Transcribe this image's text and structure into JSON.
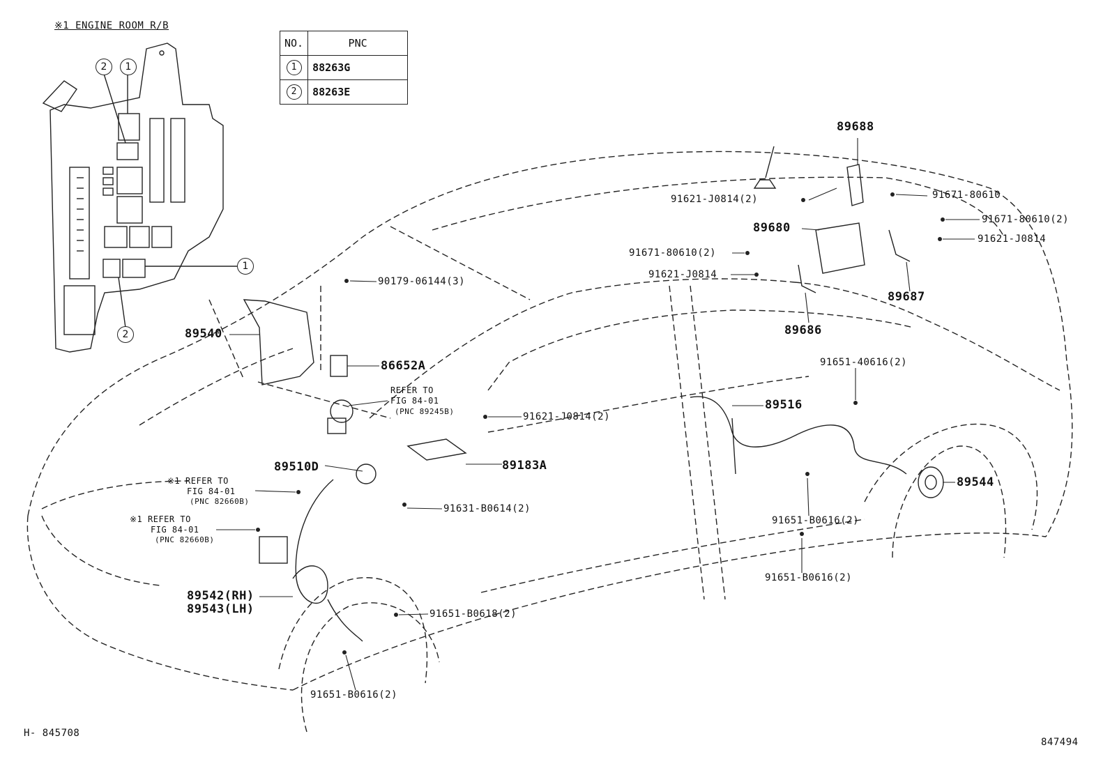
{
  "engine_room_title": "※1 ENGINE ROOM R/B",
  "pnc_table": {
    "headers": [
      "NO.",
      "PNC"
    ],
    "rows": [
      {
        "no": "1",
        "pnc": "88263G"
      },
      {
        "no": "2",
        "pnc": "88263E"
      }
    ]
  },
  "callouts": {
    "one": "1",
    "two": "2"
  },
  "part_labels": {
    "p89688": "89688",
    "p91621_j0814_2_top": "91621-J0814(2)",
    "p91671_80610_top": "91671-80610",
    "p91671_80610_2_right": "91671-80610(2)",
    "p89680": "89680",
    "p91621_j0814_right": "91621-J0814",
    "p91671_80610_2_mid": "91671-80610(2)",
    "p91621_j0814_mid": "91621-J0814",
    "p89687": "89687",
    "p89686": "89686",
    "p90179": "90179-06144(3)",
    "p89540": "89540",
    "p86652a": "86652A",
    "refer_to_1": "REFER TO",
    "fig_84_01_a": "FIG 84-01",
    "pnc_89245b": "(PNC 89245B)",
    "p91621_j0814_2_center": "91621-J0814(2)",
    "p91651_40616_2": "91651-40616(2)",
    "p89516": "89516",
    "p89510d": "89510D",
    "p89183a": "89183A",
    "refer_to_2": "※1 REFER TO",
    "fig_84_01_b": "FIG 84-01",
    "pnc_82660b_a": "(PNC 82660B)",
    "p91631_b0614_2": "91631-B0614(2)",
    "refer_to_3": "※1 REFER TO",
    "fig_84_01_c": "FIG 84-01",
    "pnc_82660b_b": "(PNC 82660B)",
    "p89544": "89544",
    "p91651_b0616_2_a": "91651-B0616(2)",
    "p91651_b0616_2_b": "91651-B0616(2)",
    "p89542": "89542(RH)",
    "p89543": "89543(LH)",
    "p91651_b0618_2": "91651-B0618(2)",
    "p91651_b0616_2_c": "91651-B0616(2)"
  },
  "footer": {
    "left_code": "H- 845708",
    "right_code": "847494"
  }
}
